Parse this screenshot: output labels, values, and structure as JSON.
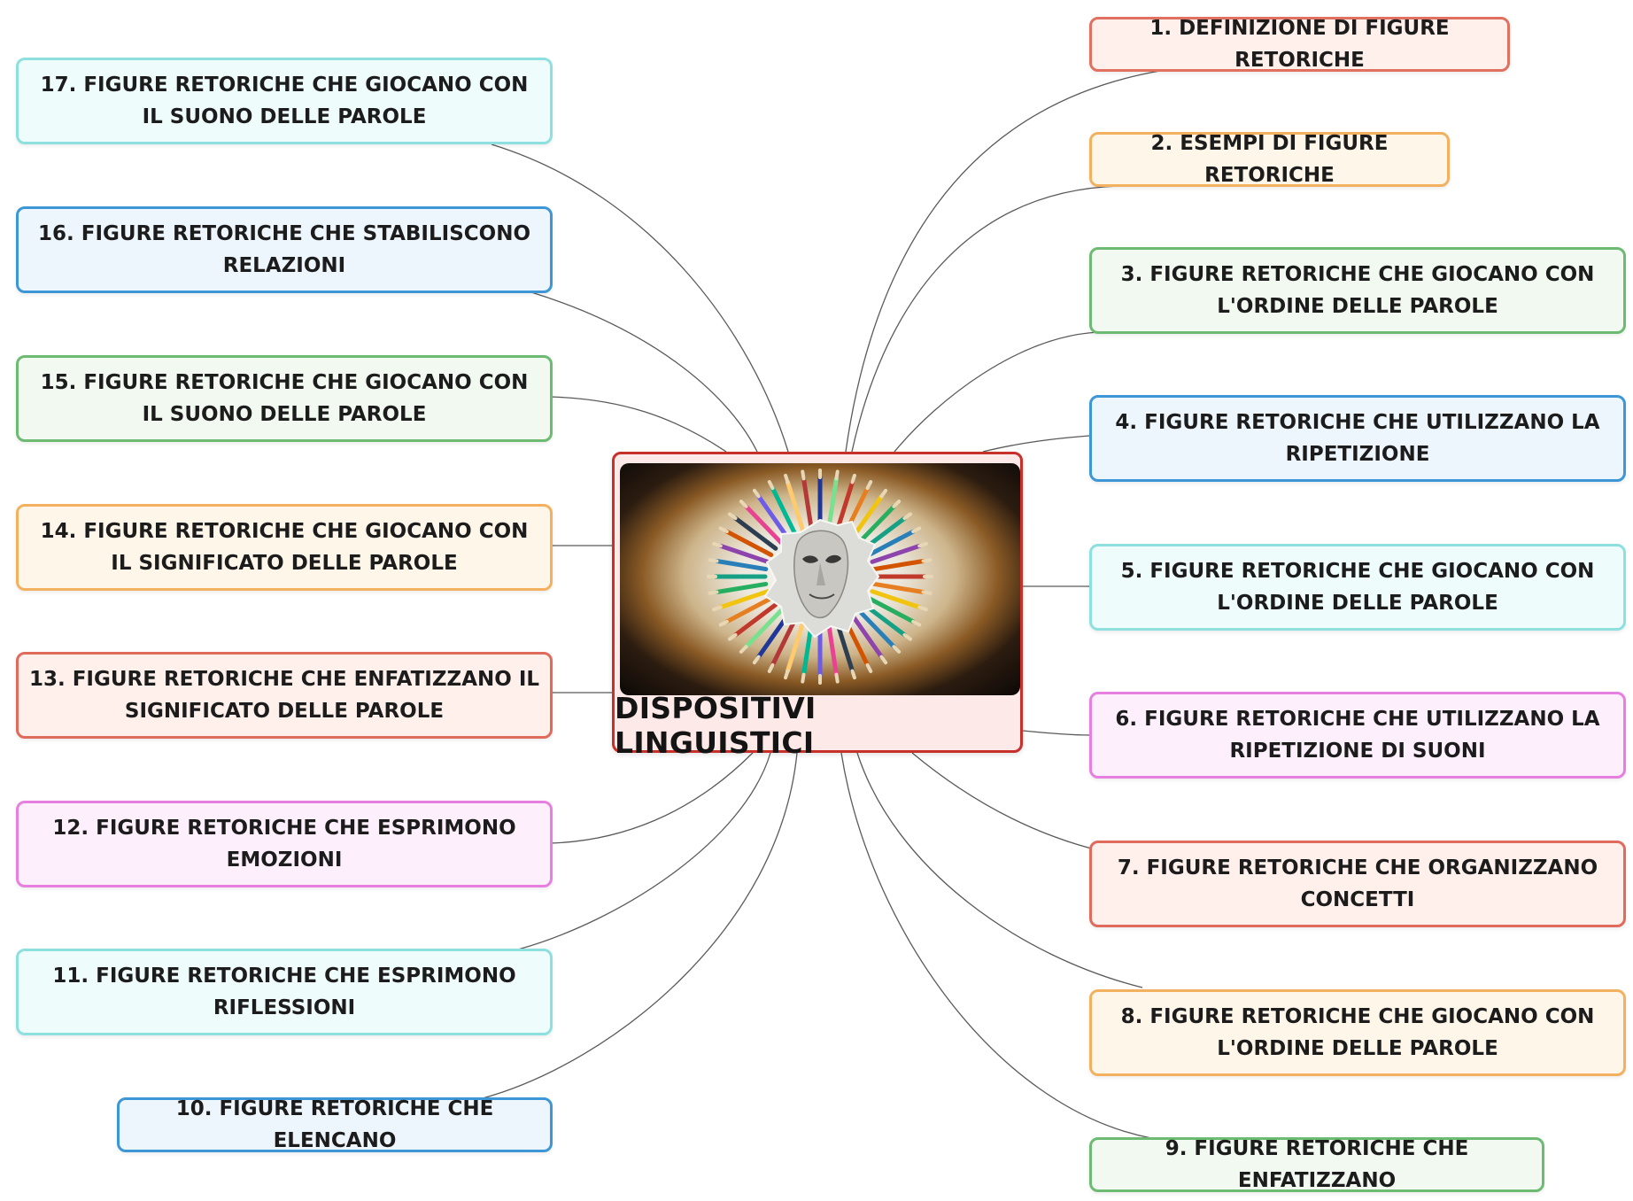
{
  "central_topic": {
    "title": "DISPOSITIVI LINGUISTICI",
    "image_icon": "face-mask-with-colored-pencils-image",
    "border_color": "#c8302a"
  },
  "branches": [
    {
      "label": "1. DEFINIZIONE DI FIGURE RETORICHE",
      "color": "red"
    },
    {
      "label": "2. ESEMPI DI FIGURE RETORICHE",
      "color": "orange"
    },
    {
      "label": "3. FIGURE RETORICHE CHE GIOCANO CON L'ORDINE DELLE PAROLE",
      "color": "green"
    },
    {
      "label": "4. FIGURE RETORICHE CHE UTILIZZANO LA RIPETIZIONE",
      "color": "blue"
    },
    {
      "label": "5. FIGURE RETORICHE CHE GIOCANO CON L'ORDINE DELLE PAROLE",
      "color": "cyan"
    },
    {
      "label": "6. FIGURE RETORICHE CHE UTILIZZANO LA RIPETIZIONE DI SUONI",
      "color": "pink"
    },
    {
      "label": "7. FIGURE RETORICHE CHE ORGANIZZANO CONCETTI",
      "color": "red"
    },
    {
      "label": "8. FIGURE RETORICHE CHE GIOCANO CON L'ORDINE DELLE PAROLE",
      "color": "orange"
    },
    {
      "label": "9. FIGURE RETORICHE CHE ENFATIZZANO",
      "color": "green"
    },
    {
      "label": "10. FIGURE RETORICHE CHE ELENCANO",
      "color": "blue"
    },
    {
      "label": "11. FIGURE RETORICHE CHE ESPRIMONO RIFLESSIONI",
      "color": "cyan"
    },
    {
      "label": "12. FIGURE RETORICHE CHE ESPRIMONO EMOZIONI",
      "color": "pink"
    },
    {
      "label": "13. FIGURE RETORICHE CHE ENFATIZZANO IL SIGNIFICATO DELLE PAROLE",
      "color": "red"
    },
    {
      "label": "14. FIGURE RETORICHE CHE GIOCANO CON IL SIGNIFICATO DELLE PAROLE",
      "color": "orange"
    },
    {
      "label": "15. FIGURE RETORICHE CHE GIOCANO CON IL SUONO DELLE PAROLE",
      "color": "green"
    },
    {
      "label": "16. FIGURE RETORICHE CHE STABILISCONO RELAZIONI",
      "color": "blue"
    },
    {
      "label": "17. FIGURE RETORICHE CHE GIOCANO CON IL SUONO DELLE PAROLE",
      "color": "cyan"
    }
  ],
  "colors": {
    "red": "#e0705f",
    "orange": "#f3b160",
    "green": "#6dbb72",
    "blue": "#3d97d6",
    "cyan": "#8ee0df",
    "pink": "#e77fe0",
    "connector": "#5a5a5a"
  }
}
